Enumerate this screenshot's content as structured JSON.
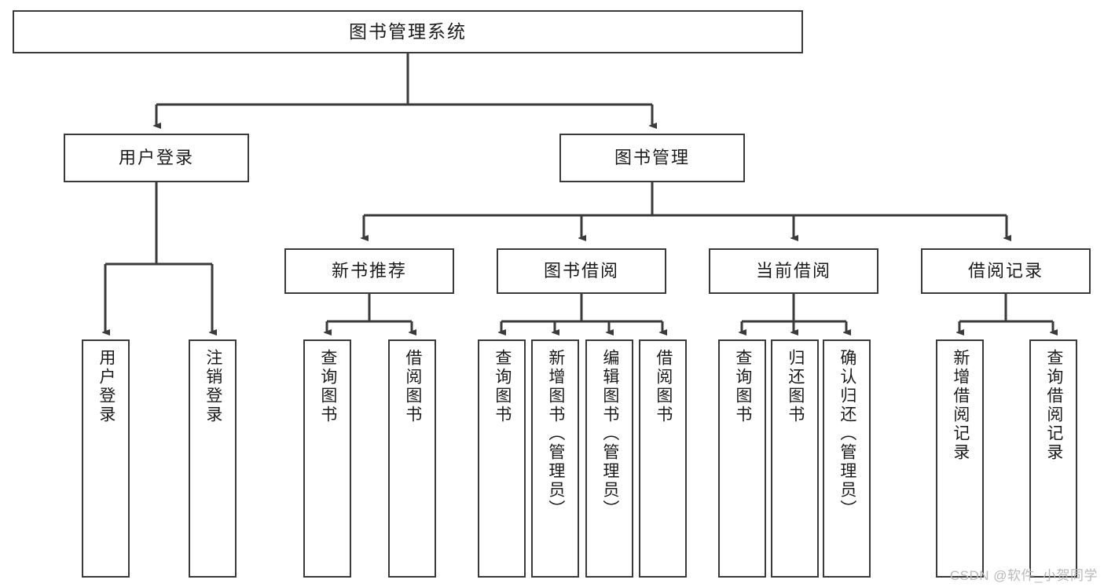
{
  "diagram": {
    "title": "图书管理系统",
    "type": "tree",
    "watermark": "CSDN @软件_小贺同学",
    "colors": {
      "node_border": "#3a3a3a",
      "node_fill": "#ffffff",
      "edge": "#3a3a3a",
      "text": "#1b1b1b",
      "watermark": "#b9b9b9"
    },
    "nodes": {
      "root": {
        "label": "图书管理系统"
      },
      "level2": [
        {
          "id": "user-login",
          "label": "用户登录"
        },
        {
          "id": "book-manage",
          "label": "图书管理"
        }
      ],
      "level3": [
        {
          "id": "new-book-recommend",
          "label": "新书推荐"
        },
        {
          "id": "book-borrow",
          "label": "图书借阅"
        },
        {
          "id": "current-borrow",
          "label": "当前借阅"
        },
        {
          "id": "borrow-record",
          "label": "借阅记录"
        }
      ],
      "leaves": {
        "user_login": [
          {
            "id": "leaf-user-login",
            "label": "用户登录"
          },
          {
            "id": "leaf-logout-login",
            "label": "注销登录"
          }
        ],
        "new_book_recommend": [
          {
            "id": "leaf-query-book-1",
            "label": "查询图书"
          },
          {
            "id": "leaf-borrow-book-1",
            "label": "借阅图书"
          }
        ],
        "book_borrow": [
          {
            "id": "leaf-query-book-2",
            "label": "查询图书"
          },
          {
            "id": "leaf-add-book",
            "label": "新增图书（管理员）"
          },
          {
            "id": "leaf-edit-book",
            "label": "编辑图书（管理员）"
          },
          {
            "id": "leaf-borrow-book-2",
            "label": "借阅图书"
          }
        ],
        "current_borrow": [
          {
            "id": "leaf-query-book-3",
            "label": "查询图书"
          },
          {
            "id": "leaf-return-book",
            "label": "归还图书"
          },
          {
            "id": "leaf-confirm-return",
            "label": "确认归还（管理员）"
          }
        ],
        "borrow_record": [
          {
            "id": "leaf-add-record",
            "label": "新增借阅记录"
          },
          {
            "id": "leaf-query-record",
            "label": "查询借阅记录"
          }
        ]
      }
    }
  }
}
